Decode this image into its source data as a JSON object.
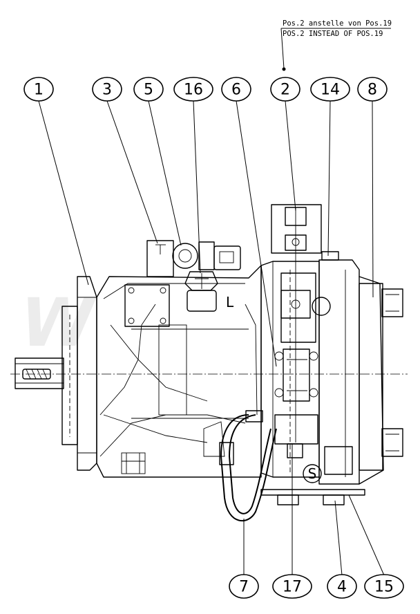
{
  "note": {
    "line1": "Pos.2 anstelle von Pos.19",
    "line2": "POS.2 INSTEAD OF POS.19"
  },
  "port_labels": {
    "L": "L",
    "S": "S"
  },
  "positions": {
    "top": [
      "1",
      "3",
      "5",
      "16",
      "6",
      "2",
      "14",
      "8"
    ],
    "bottom": [
      "7",
      "17",
      "4",
      "15"
    ]
  }
}
